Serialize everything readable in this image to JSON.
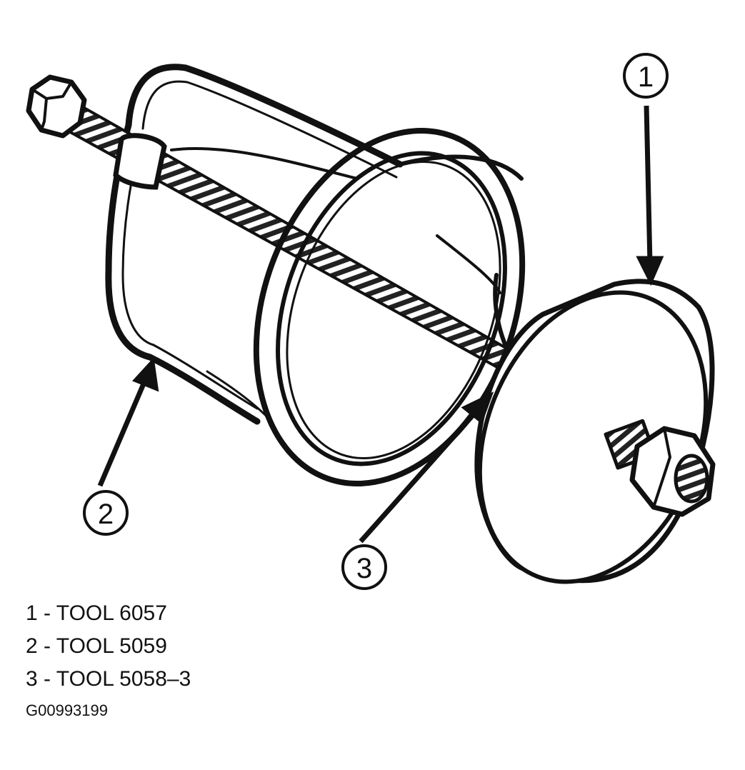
{
  "callouts": [
    {
      "number": "1"
    },
    {
      "number": "2"
    },
    {
      "number": "3"
    }
  ],
  "legend": [
    {
      "text": "1 - TOOL 6057"
    },
    {
      "text": "2 - TOOL 5059"
    },
    {
      "text": "3 - TOOL 5058–3"
    }
  ],
  "figure_id": "G00993199"
}
